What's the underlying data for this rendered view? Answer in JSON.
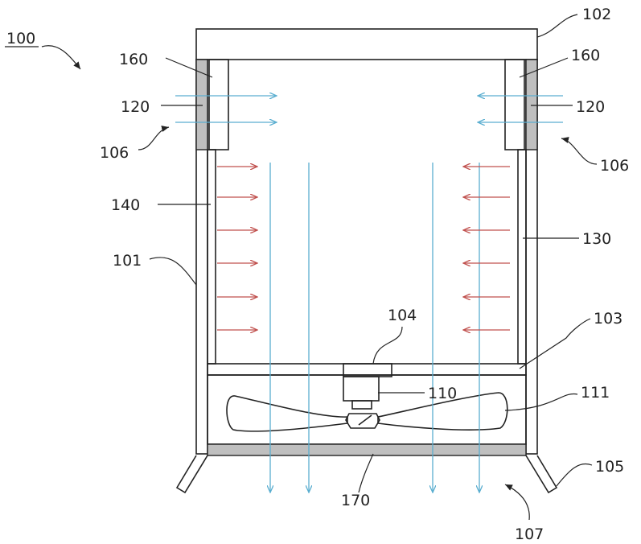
{
  "figure": {
    "labels": {
      "device": "100",
      "frame_side": "101",
      "top_cover": "102",
      "partition": "103",
      "motor_mount": "104",
      "leg": "105",
      "inlet_left": "106",
      "inlet_right": "106",
      "outlet": "107",
      "motor": "110",
      "fan_blade": "111",
      "filter_left": "120",
      "filter_right": "120",
      "heater_right": "130",
      "heater_left": "140",
      "uv_left": "160",
      "uv_right": "160",
      "bottom_filter": "170"
    },
    "colors": {
      "outline": "#222222",
      "gray_panel": "#bfbfbf",
      "inflow_arrow": "#5aaed0",
      "down_arrow": "#5aaed0",
      "heat_arrow": "#c0504d"
    }
  }
}
